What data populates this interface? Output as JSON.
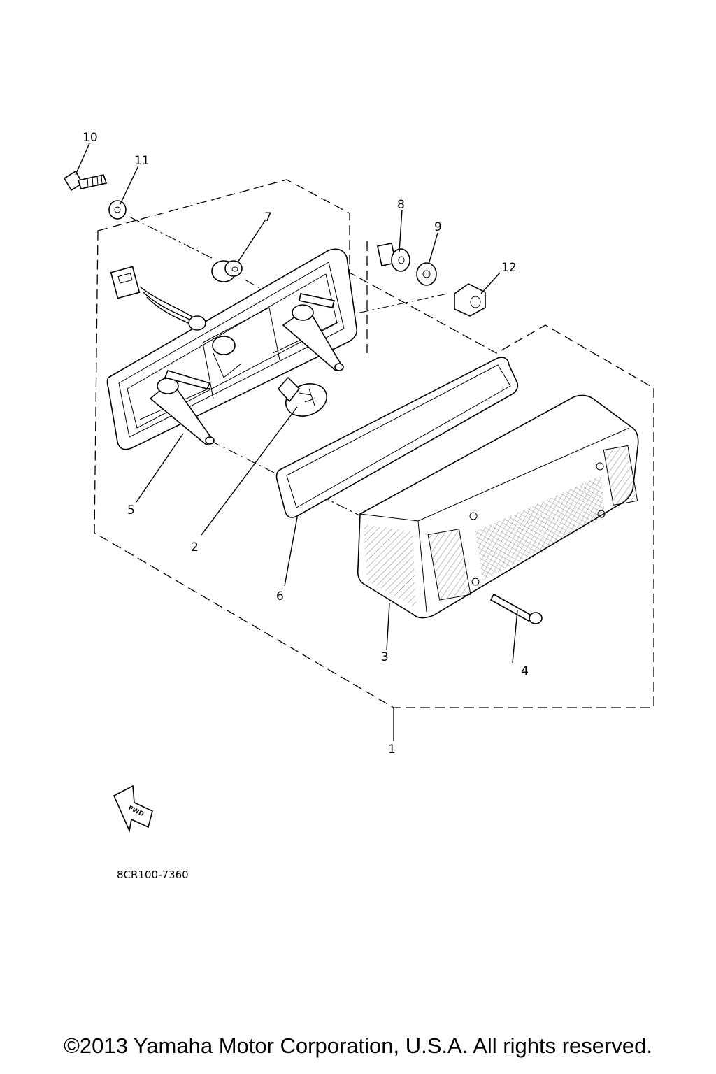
{
  "callouts": {
    "c1": "1",
    "c2": "2",
    "c3": "3",
    "c4": "4",
    "c5": "5",
    "c6": "6",
    "c7": "7",
    "c8": "8",
    "c9": "9",
    "c10": "10",
    "c11": "11",
    "c12": "12"
  },
  "direction_label": "FWD",
  "diagram_code": "8CR100-7360",
  "copyright": "©2013 Yamaha Motor Corporation, U.S.A. All rights reserved."
}
